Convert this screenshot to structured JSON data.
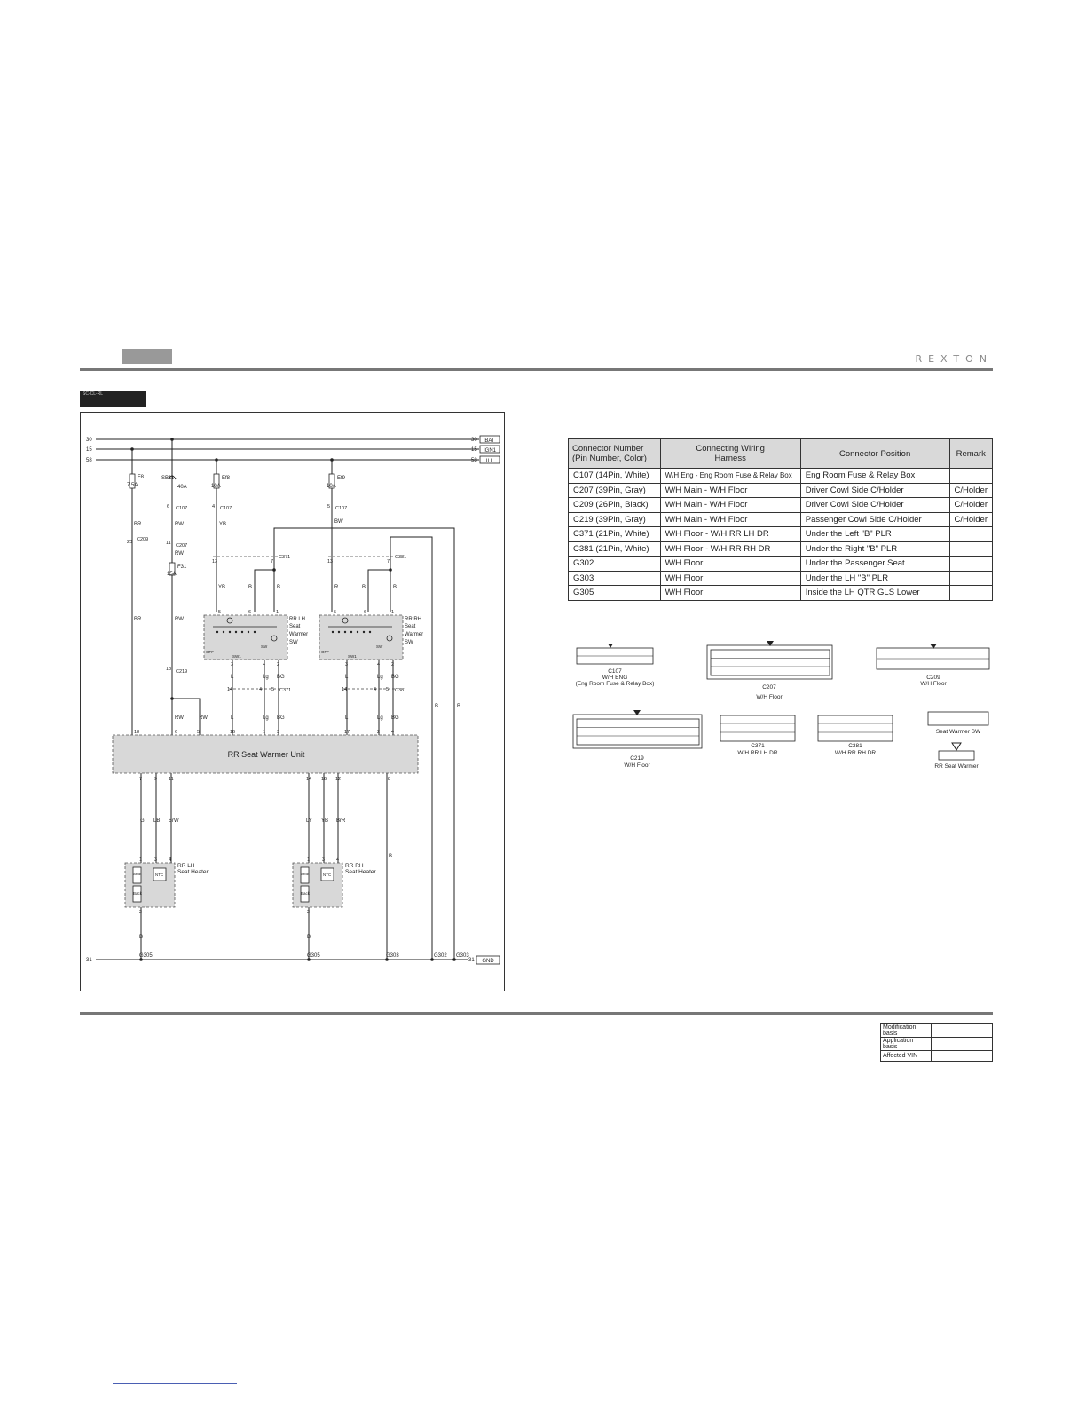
{
  "header": {
    "brand": "REXTON",
    "section_tag": "SC-CL-RL"
  },
  "power_rails": [
    {
      "number": "30",
      "label": "BAT"
    },
    {
      "number": "15",
      "label": "IGN1"
    },
    {
      "number": "58",
      "label": "ILL"
    }
  ],
  "ground_rail": {
    "number_left": "31",
    "number_right": "31",
    "label": "GND"
  },
  "fuses": [
    {
      "id": "F8",
      "rating": "7.5A"
    },
    {
      "id": "SB11",
      "rating": "40A"
    },
    {
      "id": "Ef8",
      "rating": "10A"
    },
    {
      "id": "Ef9",
      "rating": "10A"
    },
    {
      "id": "F31",
      "rating": "15A"
    }
  ],
  "components": {
    "unit": "RR Seat Warmer Unit",
    "lh_switch": [
      "RR LH",
      "Seat",
      "Warmer",
      "SW"
    ],
    "rh_switch": [
      "RR RH",
      "Seat",
      "Warmer",
      "SW"
    ],
    "lh_heater": [
      "RR LH",
      "Seat Heater"
    ],
    "rh_heater": [
      "RR RH",
      "Seat Heater"
    ],
    "heater_seat": "Seat",
    "heater_back": "Back",
    "heater_ntc": "NTC",
    "switch_sw": "SW",
    "switch_sw1": "SW1",
    "switch_off": "OFF"
  },
  "wires": {
    "br": "BR",
    "rw": "RW",
    "yb": "YB",
    "bw": "BW",
    "b": "B",
    "r": "R",
    "l": "L",
    "lg": "Lg",
    "bg": "BG",
    "g": "G",
    "lb": "LB",
    "brw": "BrW",
    "ly": "LY",
    "bfr": "BrR"
  },
  "connectors_in_diagram": {
    "c107": "C107",
    "c207": "C207",
    "c209": "C209",
    "c219": "C219",
    "c371": "C371",
    "c381": "C381",
    "g302": "G302",
    "g303": "G303",
    "g305": "G305"
  },
  "pins": {
    "p20": "20",
    "p6": "6",
    "p4": "4",
    "p5": "5",
    "p11": "11",
    "p18": "18",
    "p13": "13",
    "p1": "1",
    "p2": "2",
    "p3": "3",
    "p7": "7",
    "p16": "16",
    "p17": "17",
    "p8": "8",
    "p9": "9",
    "p14": "14",
    "p12": "12"
  },
  "connector_table": {
    "headers": [
      "Connector Number\n(Pin Number, Color)",
      "Connecting Wiring\nHarness",
      "Connector Position",
      "Remark"
    ],
    "rows": [
      [
        "C107 (14Pin, White)",
        "W/H Eng - Eng Room Fuse & Relay Box",
        "Eng Room Fuse & Relay Box",
        ""
      ],
      [
        "C207 (39Pin, Gray)",
        "W/H Main - W/H Floor",
        "Driver Cowl Side C/Holder",
        "C/Holder"
      ],
      [
        "C209 (26Pin, Black)",
        "W/H Main - W/H Floor",
        "Driver Cowl Side C/Holder",
        "C/Holder"
      ],
      [
        "C219 (39Pin, Gray)",
        "W/H Main - W/H Floor",
        "Passenger Cowl Side C/Holder",
        "C/Holder"
      ],
      [
        "C371 (21Pin, White)",
        "W/H Floor - W/H RR LH DR",
        "Under the Left \"B\" PLR",
        ""
      ],
      [
        "C381 (21Pin, White)",
        "W/H Floor - W/H RR RH DR",
        "Under the Right \"B\" PLR",
        ""
      ],
      [
        "G302",
        "W/H Floor",
        "Under the Passenger Seat",
        ""
      ],
      [
        "G303",
        "W/H Floor",
        "Under the LH \"B\" PLR",
        ""
      ],
      [
        "G305",
        "W/H Floor",
        "Inside the LH QTR GLS Lower",
        ""
      ]
    ]
  },
  "connector_faces": {
    "c107": {
      "name": "C107",
      "sub": "W/H ENG",
      "sub2": "(Eng Room Fuse & Relay Box)"
    },
    "c207": {
      "name": "C207",
      "sub": "W/H Floor"
    },
    "c209": {
      "name": "C209",
      "sub": "W/H Floor"
    },
    "c219": {
      "name": "C219",
      "sub": "W/H Floor"
    },
    "c371": {
      "name": "C371",
      "sub": "W/H RR LH DR"
    },
    "c381": {
      "name": "C381",
      "sub": "W/H RR RH DR"
    },
    "sw": {
      "name": "Seat Warmer SW"
    },
    "heater": {
      "name": "RR Seat Warmer"
    }
  },
  "modification": {
    "rows": [
      {
        "label": "Modification basis",
        "value": ""
      },
      {
        "label": "Application basis",
        "value": ""
      },
      {
        "label": "Affected VIN",
        "value": ""
      }
    ]
  }
}
